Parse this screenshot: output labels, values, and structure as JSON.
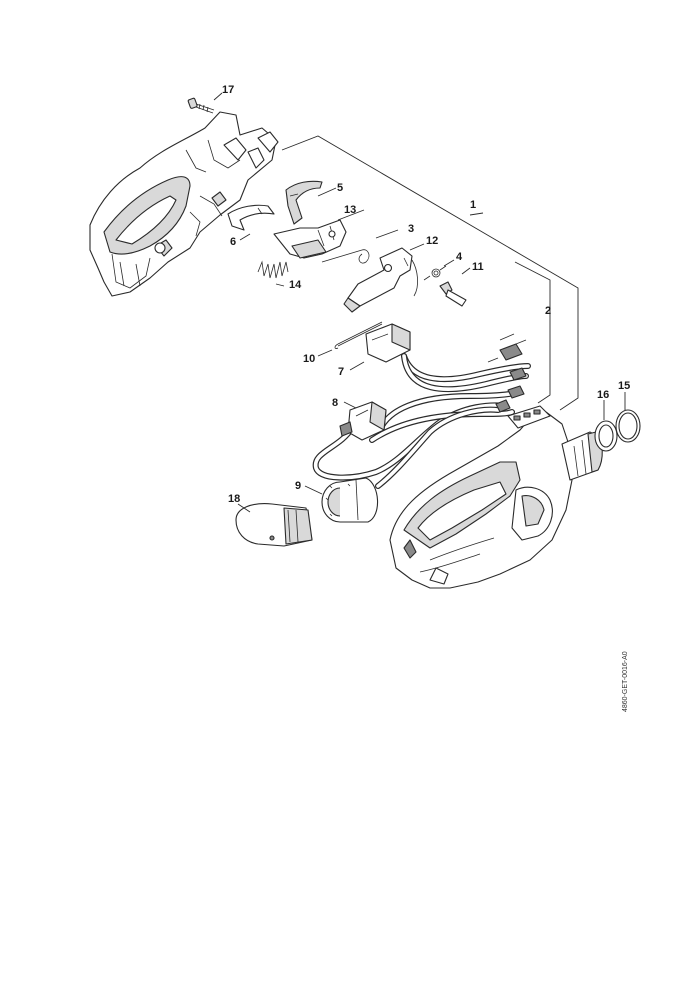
{
  "diagram": {
    "reference_code": "4860-GET-0016-A0",
    "labels": [
      {
        "id": "17",
        "text": "17"
      },
      {
        "id": "5",
        "text": "5"
      },
      {
        "id": "13",
        "text": "13"
      },
      {
        "id": "6",
        "text": "6"
      },
      {
        "id": "3",
        "text": "3"
      },
      {
        "id": "1",
        "text": "1"
      },
      {
        "id": "12",
        "text": "12"
      },
      {
        "id": "4",
        "text": "4"
      },
      {
        "id": "11",
        "text": "11"
      },
      {
        "id": "14",
        "text": "14"
      },
      {
        "id": "2",
        "text": "2"
      },
      {
        "id": "10",
        "text": "10"
      },
      {
        "id": "7",
        "text": "7"
      },
      {
        "id": "16",
        "text": "16"
      },
      {
        "id": "15",
        "text": "15"
      },
      {
        "id": "8",
        "text": "8"
      },
      {
        "id": "9",
        "text": "9"
      },
      {
        "id": "18",
        "text": "18"
      }
    ]
  }
}
